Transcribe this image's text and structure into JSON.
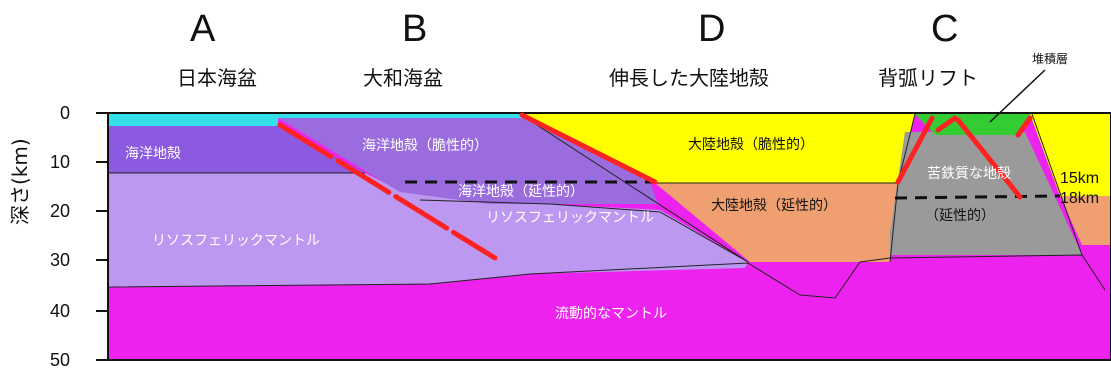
{
  "header": {
    "letters": [
      "A",
      "B",
      "D",
      "C"
    ],
    "regions": [
      "日本海盆",
      "大和海盆",
      "伸長した大陸地殻",
      "背弧リフト"
    ],
    "sediment_label": "堆積層"
  },
  "axis": {
    "label": "深さ(km)",
    "ticks": [
      "0",
      "10",
      "20",
      "30",
      "40",
      "50"
    ]
  },
  "layers": {
    "oceanic_crust_A": "海洋地殻",
    "oceanic_crust_brittle": "海洋地殻（脆性的）",
    "oceanic_crust_ductile": "海洋地殻（延性的）",
    "litho_mantle_A": "リソスフェリックマントル",
    "litho_mantle_B": "リソスフェリックマントル",
    "continental_brittle": "大陸地殻（脆性的）",
    "continental_ductile": "大陸地殻（延性的）",
    "mafic_crust": "苦鉄質な地殻",
    "ductile_paren": "（延性的）",
    "flowing_mantle": "流動的なマントル"
  },
  "depth_labels": [
    "15km",
    "18km"
  ],
  "colors": {
    "water": "#33e0e8",
    "oceanic_crust_A": "#8b5ae0",
    "oceanic_crust_B": "#9a6cde",
    "litho_mantle": "#bd98f0",
    "continental_brittle": "#ffff00",
    "continental_ductile": "#f0a070",
    "mafic": "#9a9a9a",
    "sediment": "#33cc33",
    "flowing_mantle": "#ee22ee",
    "fault": "#ff2222"
  }
}
